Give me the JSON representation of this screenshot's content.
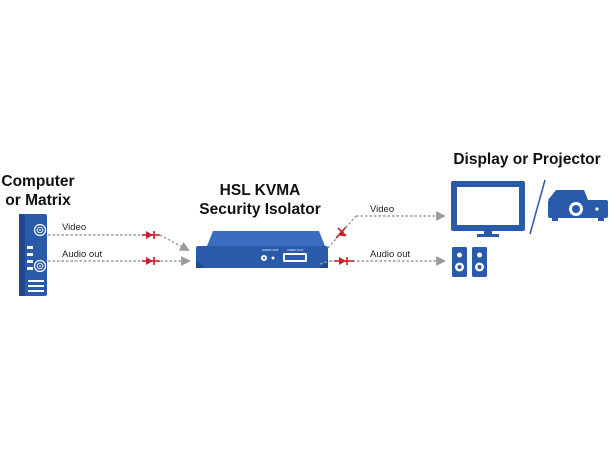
{
  "source": {
    "title_line1": "Computer",
    "title_line2": "or Matrix"
  },
  "device": {
    "title_line1": "HSL KVMA",
    "title_line2": "Security Isolator",
    "panel_label_left": "AUDIO OUT",
    "panel_label_right": "VIDEO OUT"
  },
  "destination": {
    "title": "Display or Projector"
  },
  "connections": {
    "video_in": "Video",
    "audio_in": "Audio out",
    "video_out": "Video",
    "audio_out": "Audio out"
  },
  "colors": {
    "device_blue": "#2a5bab",
    "dark_blue": "#1f4a8f",
    "arrow_gray": "#9a9a9a",
    "diode_red": "#c8202a"
  },
  "icons": [
    "computer-tower-icon",
    "kvm-device-icon",
    "monitor-icon",
    "projector-icon",
    "speakers-icon",
    "diode-icon"
  ]
}
